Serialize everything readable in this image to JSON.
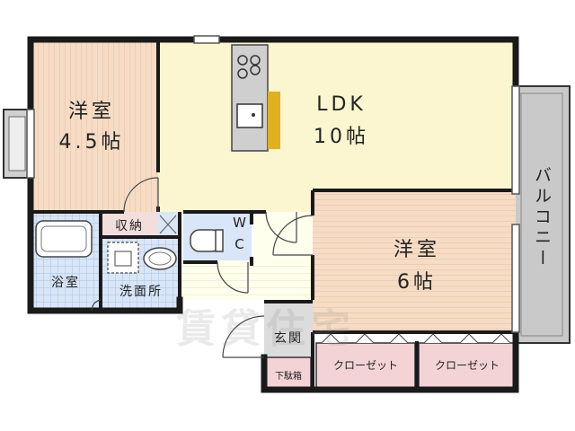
{
  "rooms": {
    "western_small": {
      "name": "洋室",
      "size": "4.5帖"
    },
    "ldk": {
      "name": "LDK",
      "size": "10帖"
    },
    "western_large": {
      "name": "洋室",
      "size": "6帖"
    },
    "storage": "収納",
    "bath": "浴室",
    "washroom": "洗面所",
    "wc_w": "W",
    "wc_c": "C",
    "entrance": "玄関",
    "shoe_box": "下駄箱",
    "closet_left": "クローゼット",
    "closet_right": "クローゼット",
    "balcony": "バルコニー"
  },
  "watermark": "賃貸住宅",
  "colors": {
    "wall": "#1a1a1a",
    "western_floor": "#f6dcc4",
    "ldk_floor": "#fbf6cf",
    "wet_floor": "#d8e6f7",
    "balcony": "#c9c9c9",
    "closet": "#f3d3d6",
    "kitchen": "#cfcfcf",
    "hallway": "#ffffe8"
  }
}
